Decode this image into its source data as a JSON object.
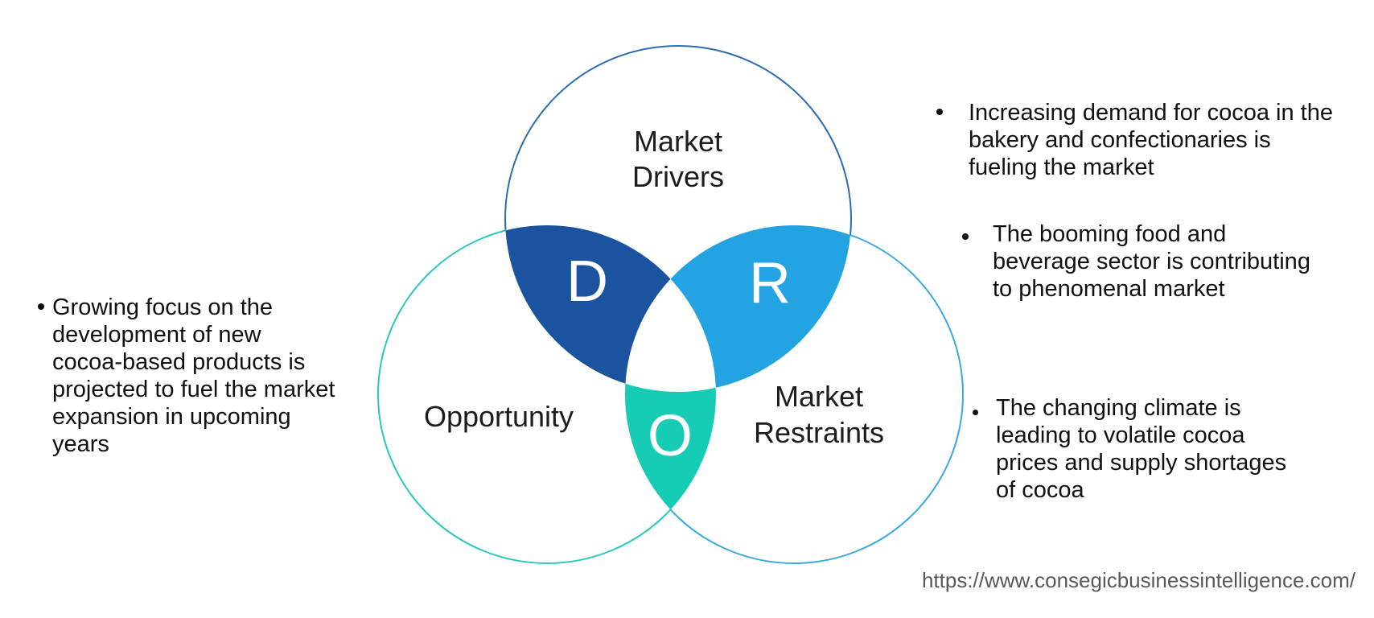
{
  "diagram": {
    "drivers": {
      "label_line1": "Market",
      "label_line2": "Drivers",
      "letter": "D",
      "petal_color": "#1A53A0",
      "stroke_color": "#2B6CB4"
    },
    "restraints": {
      "label_line1": "Market",
      "label_line2": "Restraints",
      "letter": "R",
      "petal_color": "#24A3E3",
      "stroke_color": "#3AA9E1"
    },
    "opportunity": {
      "label": "Opportunity",
      "letter": "O",
      "petal_color": "#16CCB4",
      "stroke_color": "#29C7BC"
    }
  },
  "bullets": {
    "opportunity_note": "Growing focus on the\ndevelopment of new\ncocoa-based products is\nprojected to fuel the market\nexpansion in upcoming\nyears",
    "driver_note_1": "Increasing demand for cocoa in the\nbakery and confectionaries is\nfueling the market",
    "driver_note_2": "The booming food and\nbeverage sector is contributing\nto phenomenal market",
    "restraint_note": "The changing climate is\nleading to volatile cocoa\nprices and supply shortages\nof cocoa"
  },
  "colors": {
    "bullet_text": "#111111",
    "label_text": "#1C1C1C",
    "url_text": "#58595B"
  },
  "footer": {
    "url": "https://www.consegicbusinessintelligence.com/"
  }
}
